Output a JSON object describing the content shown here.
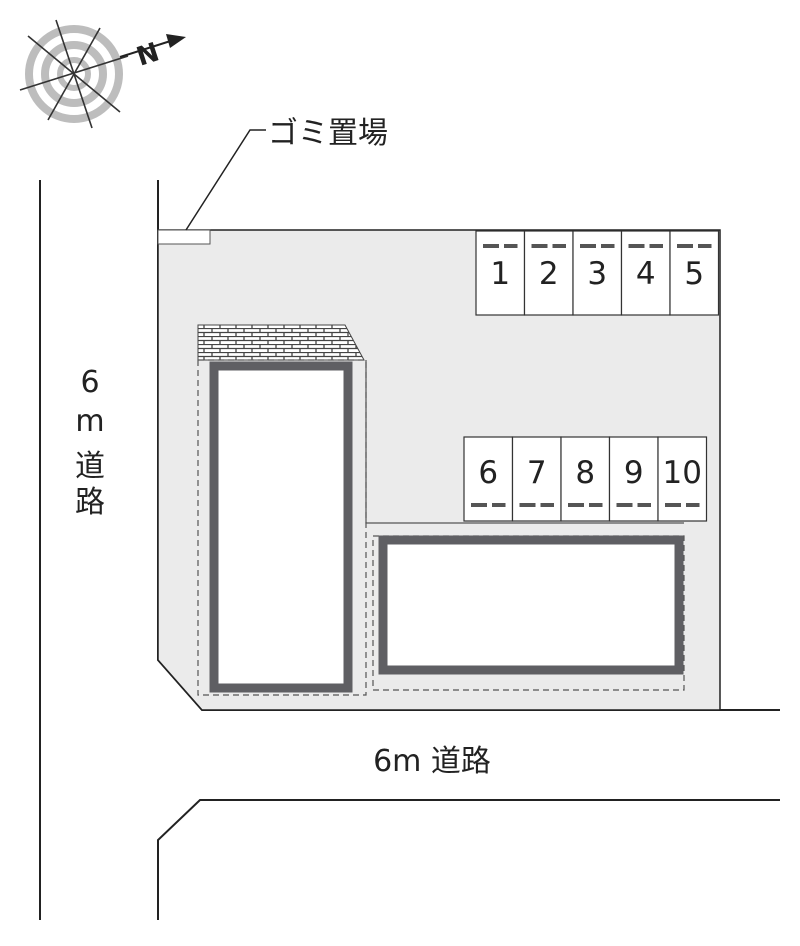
{
  "compass": {
    "north_label": "N",
    "icon": "compass-rose-icon"
  },
  "labels": {
    "garbage_area": "ゴミ置場",
    "road_left_chars": [
      "6",
      "m",
      "道",
      "路"
    ],
    "road_bottom": "6m 道路"
  },
  "parking": {
    "top_row": [
      "1",
      "2",
      "3",
      "4",
      "5"
    ],
    "middle_row": [
      "6",
      "7",
      "8",
      "9",
      "10"
    ]
  },
  "colors": {
    "site_fill": "#ebebeb",
    "building_wall": "#5f5f63",
    "line": "#222222"
  }
}
